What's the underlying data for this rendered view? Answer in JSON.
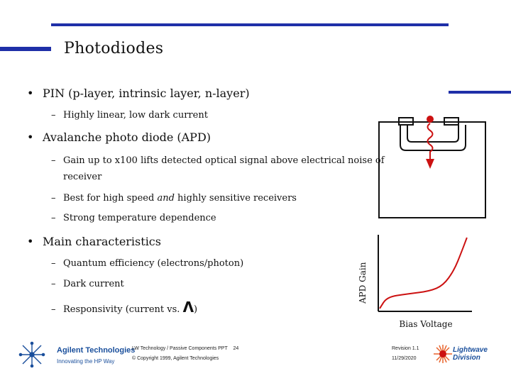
{
  "slide": {
    "title": "Photodiodes",
    "bullets": [
      {
        "text": "PIN (p-layer, intrinsic layer, n-layer)",
        "subs": [
          {
            "text": "Highly linear, low dark current"
          }
        ]
      },
      {
        "text": "Avalanche photo diode (APD)",
        "subs": [
          {
            "line1": "Gain up to x100 lifts detected optical signal above electrical noise of",
            "line2": "receiver"
          },
          {
            "pre": "Best for high speed ",
            "em": "and",
            "post": " highly sensitive receivers"
          },
          {
            "text": "Strong temperature dependence"
          }
        ]
      },
      {
        "text": "Main characteristics",
        "subs": [
          {
            "text": "Quantum efficiency (electrons/photon)"
          },
          {
            "text": "Dark current"
          },
          {
            "pre": "Responsivity (current vs. ",
            "symbol": "Λ",
            "post": ")"
          }
        ]
      }
    ]
  },
  "chart": {
    "ylabel": "APD Gain",
    "xlabel": "Bias Voltage"
  },
  "footer": {
    "company": "Agilent Technologies",
    "tagline": "Innovating the HP Way",
    "doc_title": "LW Technology / Passive Components PPT",
    "page": "24",
    "copyright": "© Copyright 1999, Agilent Technologies",
    "revision": "Revision 1.1",
    "date": "11/29/2020",
    "division_line1": "Lightwave",
    "division_line2": "Division"
  },
  "colors": {
    "accent_bar": "#1f2fa8",
    "photon_arrow": "#cc1111",
    "curve": "#cc1111",
    "agilent_blue": "#1a4f9c",
    "lightwave_orange": "#e8622a"
  },
  "icons": [
    "agilent-spark-logo",
    "lightwave-starburst-logo",
    "photodiode-cross-section"
  ],
  "chart_data": {
    "type": "line",
    "xlabel": "Bias Voltage",
    "ylabel": "APD Gain",
    "note": "qualitative curve, no axis ticks",
    "series": [
      {
        "values": [
          [
            0.0,
            0.02
          ],
          [
            0.08,
            0.18
          ],
          [
            0.3,
            0.22
          ],
          [
            0.55,
            0.26
          ],
          [
            0.7,
            0.34
          ],
          [
            0.82,
            0.55
          ],
          [
            0.9,
            0.8
          ],
          [
            0.96,
            1.0
          ]
        ]
      }
    ]
  }
}
